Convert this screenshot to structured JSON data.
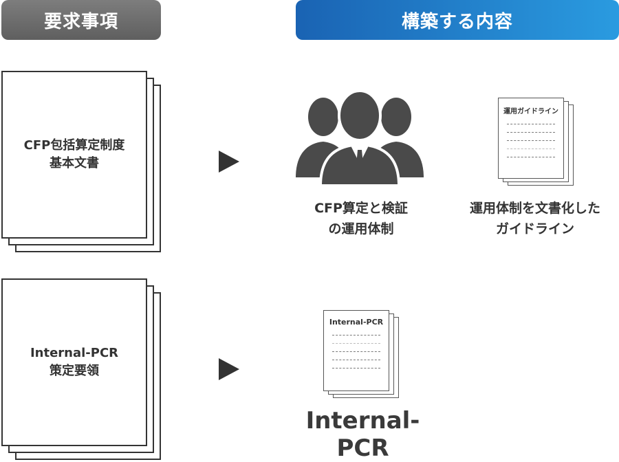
{
  "headers": {
    "requirements": "要求事項",
    "build": "構築する内容"
  },
  "documents": {
    "cfp_basic_line1": "CFP包括算定制度",
    "cfp_basic_line2": "基本文書",
    "pcr_req_line1": "Internal-PCR",
    "pcr_req_line2": "策定要領"
  },
  "outputs": {
    "people_icon": "business-people-icon",
    "cfp_ops_line1": "CFP算定と検証",
    "cfp_ops_line2": "の運用体制",
    "guideline_doc_title": "運用ガイドライン",
    "guideline_line1": "運用体制を文書化した",
    "guideline_line2": "ガイドライン",
    "pcr_doc_title": "Internal-PCR",
    "pcr_label": "Internal-PCR"
  },
  "colors": {
    "gray_header": "#6e6e6e",
    "blue_header_start": "#1a63b3",
    "blue_header_end": "#2a9be0",
    "icon_dark": "#4a4a4a"
  }
}
